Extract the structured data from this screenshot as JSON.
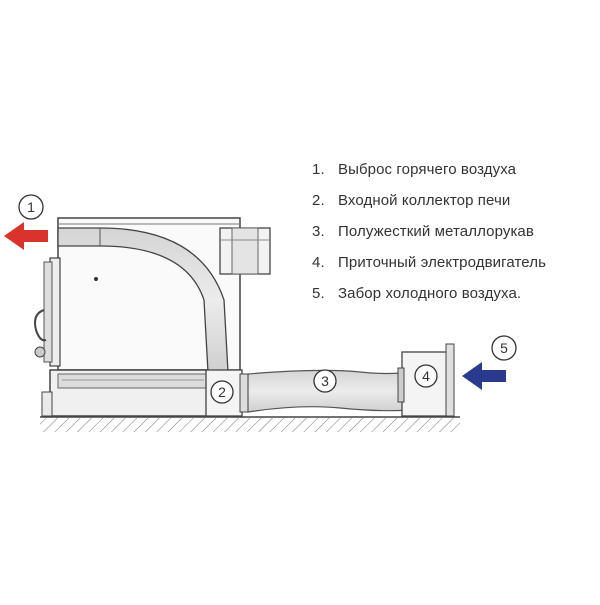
{
  "legend": [
    {
      "num": "1.",
      "text": "Выброс горячего воздуха"
    },
    {
      "num": "2.",
      "text": "Входной коллектор печи"
    },
    {
      "num": "3.",
      "text": "Полужесткий металлорукав"
    },
    {
      "num": "4.",
      "text": "Приточный электродвигатель"
    },
    {
      "num": "5.",
      "text": "Забор холодного воздуха."
    }
  ],
  "callouts": {
    "c1": "1",
    "c2": "2",
    "c3": "3",
    "c4": "4",
    "c5": "5"
  },
  "colors": {
    "hot_arrow": "#d9332b",
    "cold_arrow": "#2a3a8c",
    "line": "#444444",
    "duct_fill": "#e2e2e2"
  }
}
